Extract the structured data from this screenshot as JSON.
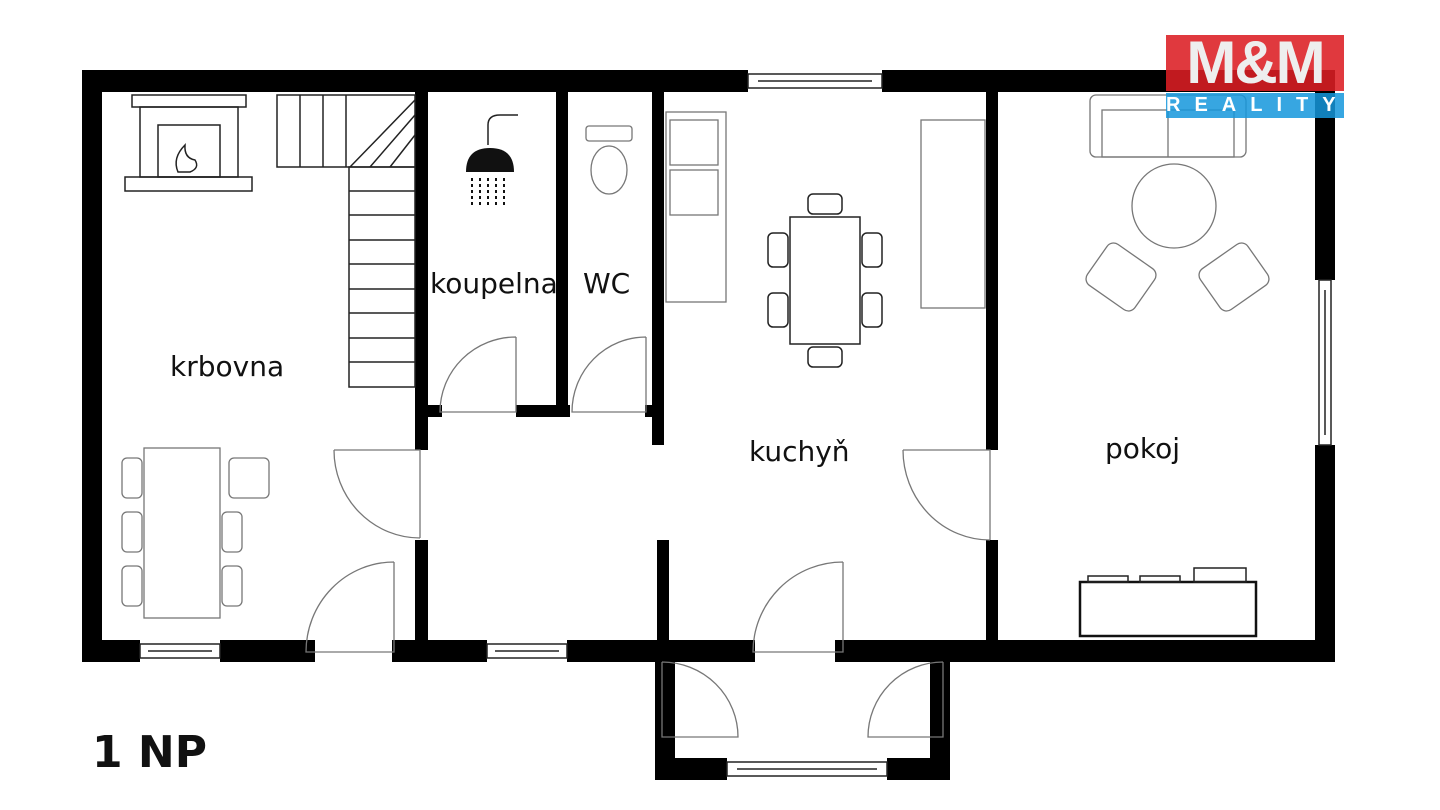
{
  "plan": {
    "floor_label": "1 NP",
    "rooms": {
      "krbovna": "krbovna",
      "koupelna": "koupelna",
      "wc": "WC",
      "kuchyn": "kuchyň",
      "pokoj": "pokoj"
    }
  },
  "logo": {
    "top": "M&M",
    "bottom": "REALITY",
    "colors": {
      "red": "#dc1e23",
      "blue": "#1496dc"
    }
  }
}
